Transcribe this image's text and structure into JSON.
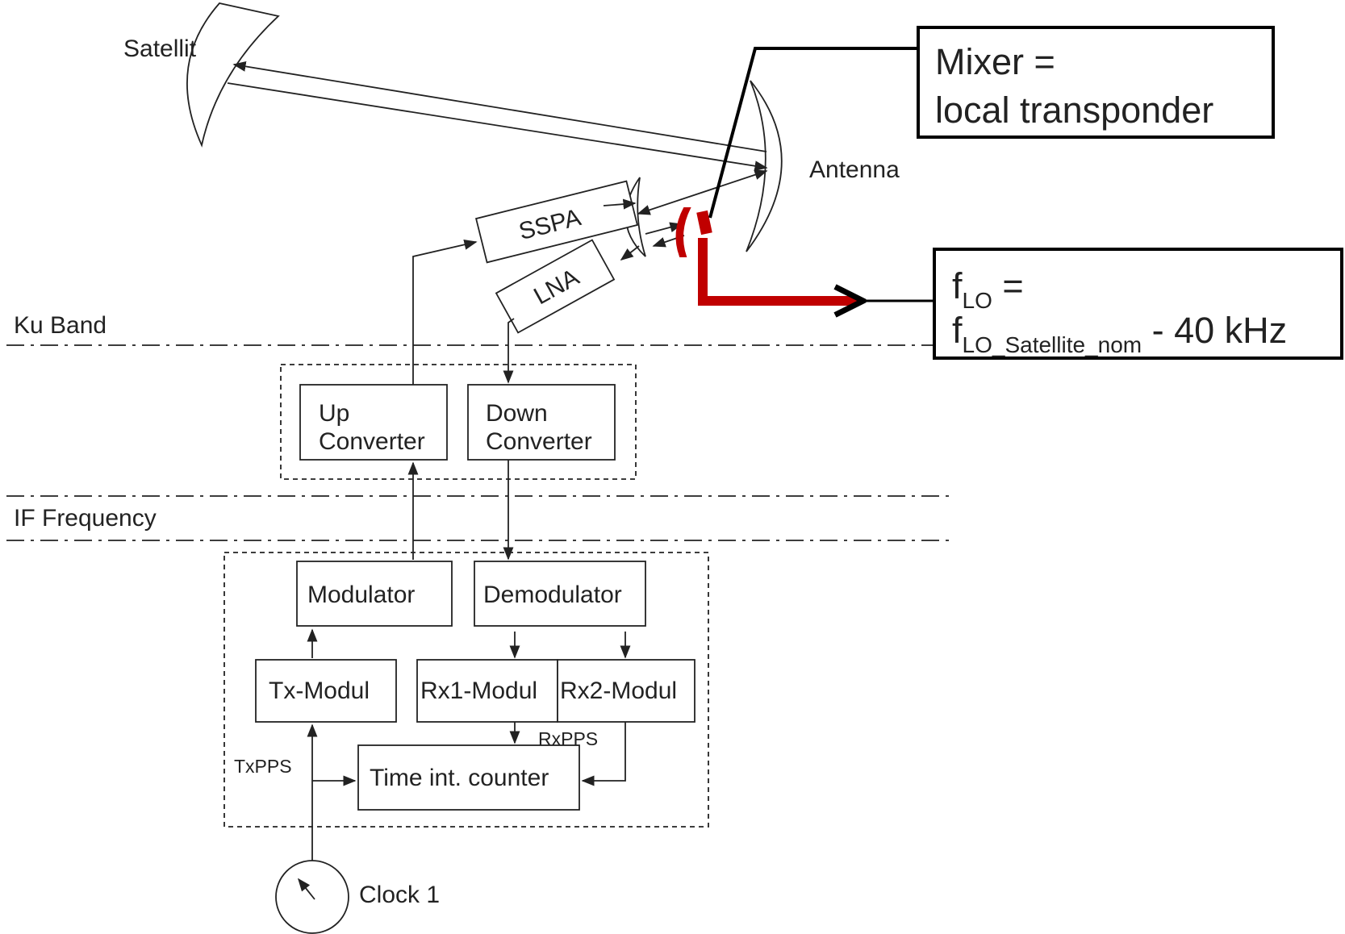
{
  "labels": {
    "satellit": "Satellit",
    "antenna": "Antenna",
    "ssp": "SSPA",
    "lna": "LNA",
    "ku_band": "Ku Band",
    "if_frequency": "IF Frequency",
    "up_converter": [
      "Up",
      "Converter"
    ],
    "down_converter": [
      "Down",
      "Converter"
    ],
    "modulator": "Modulator",
    "demodulator": "Demodulator",
    "tx_modul": "Tx-Modul",
    "rx1_modul": "Rx1-Modul",
    "rx2_modul": "Rx2-Modul",
    "time_counter": "Time int. counter",
    "txpps": "TxPPS",
    "rxpps": "RxPPS",
    "clock": "Clock 1"
  },
  "callouts": {
    "mixer": [
      "Mixer =",
      "local transponder"
    ],
    "flo_line1": {
      "base": "f",
      "sub": "LO",
      "rest": " ="
    },
    "flo_line2": {
      "base": "f",
      "sub": "LO_Satellite_nom",
      "rest": " - 40 kHz"
    }
  },
  "colors": {
    "mixer_red": "#c00000",
    "line": "#222222"
  }
}
